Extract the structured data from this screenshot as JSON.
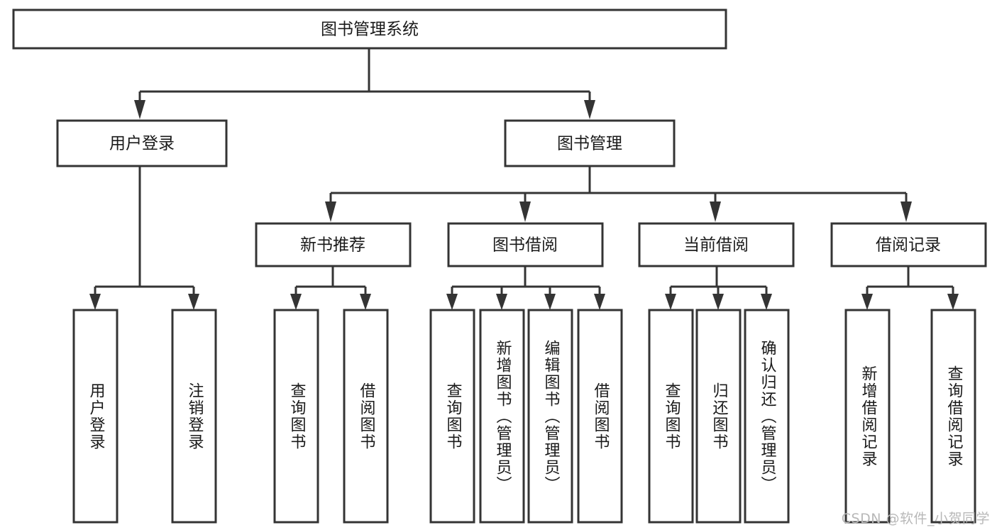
{
  "diagram": {
    "type": "tree-hierarchy",
    "title": "图书管理系统",
    "orientation": "top-down",
    "colors": {
      "box_stroke": "#343434",
      "box_fill": "#ffffff",
      "connector": "#343434",
      "text": "#1a1a1a",
      "background": "#ffffff",
      "watermark": "#b8b8b8"
    },
    "levels": [
      {
        "level": 0,
        "nodes": [
          {
            "id": "root",
            "label": "图书管理系统",
            "orientation": "horizontal"
          }
        ]
      },
      {
        "level": 1,
        "nodes": [
          {
            "id": "user-login",
            "label": "用户登录",
            "orientation": "horizontal",
            "parent": "root"
          },
          {
            "id": "book-manage",
            "label": "图书管理",
            "orientation": "horizontal",
            "parent": "root"
          }
        ]
      },
      {
        "level": 2,
        "nodes": [
          {
            "id": "new-book-rec",
            "label": "新书推荐",
            "orientation": "horizontal",
            "parent": "book-manage"
          },
          {
            "id": "book-borrow",
            "label": "图书借阅",
            "orientation": "horizontal",
            "parent": "book-manage"
          },
          {
            "id": "current-borrow",
            "label": "当前借阅",
            "orientation": "horizontal",
            "parent": "book-manage"
          },
          {
            "id": "borrow-record",
            "label": "借阅记录",
            "orientation": "horizontal",
            "parent": "book-manage"
          }
        ]
      },
      {
        "level": 3,
        "nodes": [
          {
            "id": "leaf-user-login",
            "label": "用户登录",
            "orientation": "vertical",
            "parent": "user-login"
          },
          {
            "id": "leaf-logout-login",
            "label": "注销登录",
            "orientation": "vertical",
            "parent": "user-login"
          },
          {
            "id": "leaf-query-book-1",
            "label": "查询图书",
            "orientation": "vertical",
            "parent": "new-book-rec"
          },
          {
            "id": "leaf-borrow-book-1",
            "label": "借阅图书",
            "orientation": "vertical",
            "parent": "new-book-rec"
          },
          {
            "id": "leaf-query-book-2",
            "label": "查询图书",
            "orientation": "vertical",
            "parent": "book-borrow"
          },
          {
            "id": "leaf-add-book",
            "label": "新增图书（管理员）",
            "orientation": "vertical",
            "parent": "book-borrow"
          },
          {
            "id": "leaf-edit-book",
            "label": "编辑图书（管理员）",
            "orientation": "vertical",
            "parent": "book-borrow"
          },
          {
            "id": "leaf-borrow-book-2",
            "label": "借阅图书",
            "orientation": "vertical",
            "parent": "book-borrow"
          },
          {
            "id": "leaf-query-book-3",
            "label": "查询图书",
            "orientation": "vertical",
            "parent": "current-borrow"
          },
          {
            "id": "leaf-return-book",
            "label": "归还图书",
            "orientation": "vertical",
            "parent": "current-borrow"
          },
          {
            "id": "leaf-confirm-return",
            "label": "确认归还（管理员）",
            "orientation": "vertical",
            "parent": "current-borrow"
          },
          {
            "id": "leaf-add-record",
            "label": "新增借阅记录",
            "orientation": "vertical",
            "parent": "borrow-record"
          },
          {
            "id": "leaf-query-record",
            "label": "查询借阅记录",
            "orientation": "vertical",
            "parent": "borrow-record"
          }
        ]
      }
    ]
  },
  "watermark": {
    "text": "CSDN @软件_小贺同学"
  }
}
